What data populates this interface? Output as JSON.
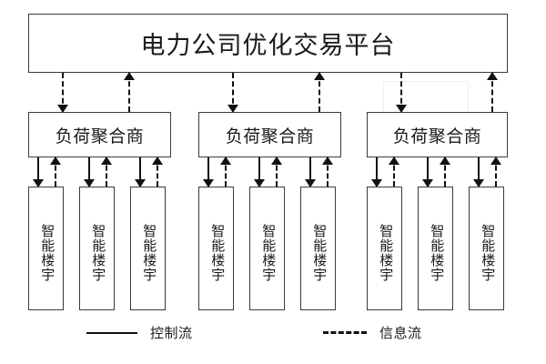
{
  "diagram": {
    "title_text": "电力公司优化交易平台",
    "platform": {
      "label": "电力公司优化交易平台"
    },
    "aggregators": [
      {
        "label": "负荷聚合商"
      },
      {
        "label": "负荷聚合商"
      },
      {
        "label": "负荷聚合商"
      }
    ],
    "buildings": [
      {
        "label": "智能楼宇"
      },
      {
        "label": "智能楼宇"
      },
      {
        "label": "智能楼宇"
      },
      {
        "label": "智能楼宇"
      },
      {
        "label": "智能楼宇"
      },
      {
        "label": "智能楼宇"
      },
      {
        "label": "智能楼宇"
      },
      {
        "label": "智能楼宇"
      },
      {
        "label": "智能楼宇"
      }
    ],
    "legend": {
      "control_flow_label": "控制流",
      "information_flow_label": "信息流"
    },
    "colors": {
      "line": "#111111",
      "box_border": "#3b3b3b",
      "background": "#ffffff",
      "ghost_artifact": "#efeff2"
    }
  }
}
